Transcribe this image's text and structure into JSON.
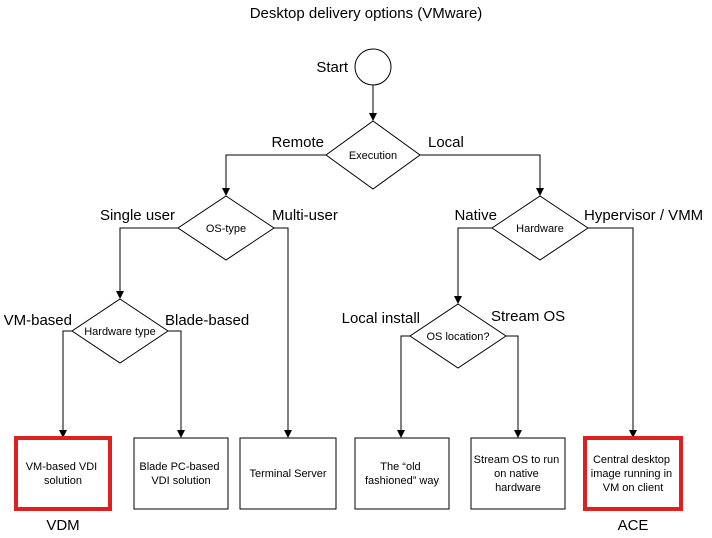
{
  "title": "Desktop delivery options (VMware)",
  "start": {
    "label": "Start"
  },
  "decisions": {
    "execution": {
      "text": "Execution",
      "left": "Remote",
      "right": "Local"
    },
    "os_type": {
      "text": "OS-type",
      "left": "Single user",
      "right": "Multi-user"
    },
    "hardware": {
      "text": "Hardware",
      "left": "Native",
      "right": "Hypervisor / VMM"
    },
    "hardware_type": {
      "text": "Hardware type",
      "left": "VM-based",
      "right": "Blade-based"
    },
    "os_location": {
      "text": "OS location?",
      "left": "Local install",
      "right": "Stream OS"
    }
  },
  "outcomes": {
    "vm_vdi": {
      "lines": [
        "VM-based VDI",
        "solution"
      ],
      "caption": "VDM",
      "highlight_color": "#e02020"
    },
    "blade_vdi": {
      "lines": [
        "Blade PC-based",
        "VDI solution"
      ]
    },
    "terminal": {
      "lines": [
        "Terminal Server"
      ]
    },
    "old_fashioned": {
      "lines": [
        "The “old",
        "fashioned” way"
      ]
    },
    "stream_os": {
      "lines": [
        "Stream OS to run",
        "on native",
        "hardware"
      ]
    },
    "central": {
      "lines": [
        "Central desktop",
        "image running in",
        "VM on client"
      ],
      "caption": "ACE",
      "highlight_color": "#e02020"
    }
  }
}
